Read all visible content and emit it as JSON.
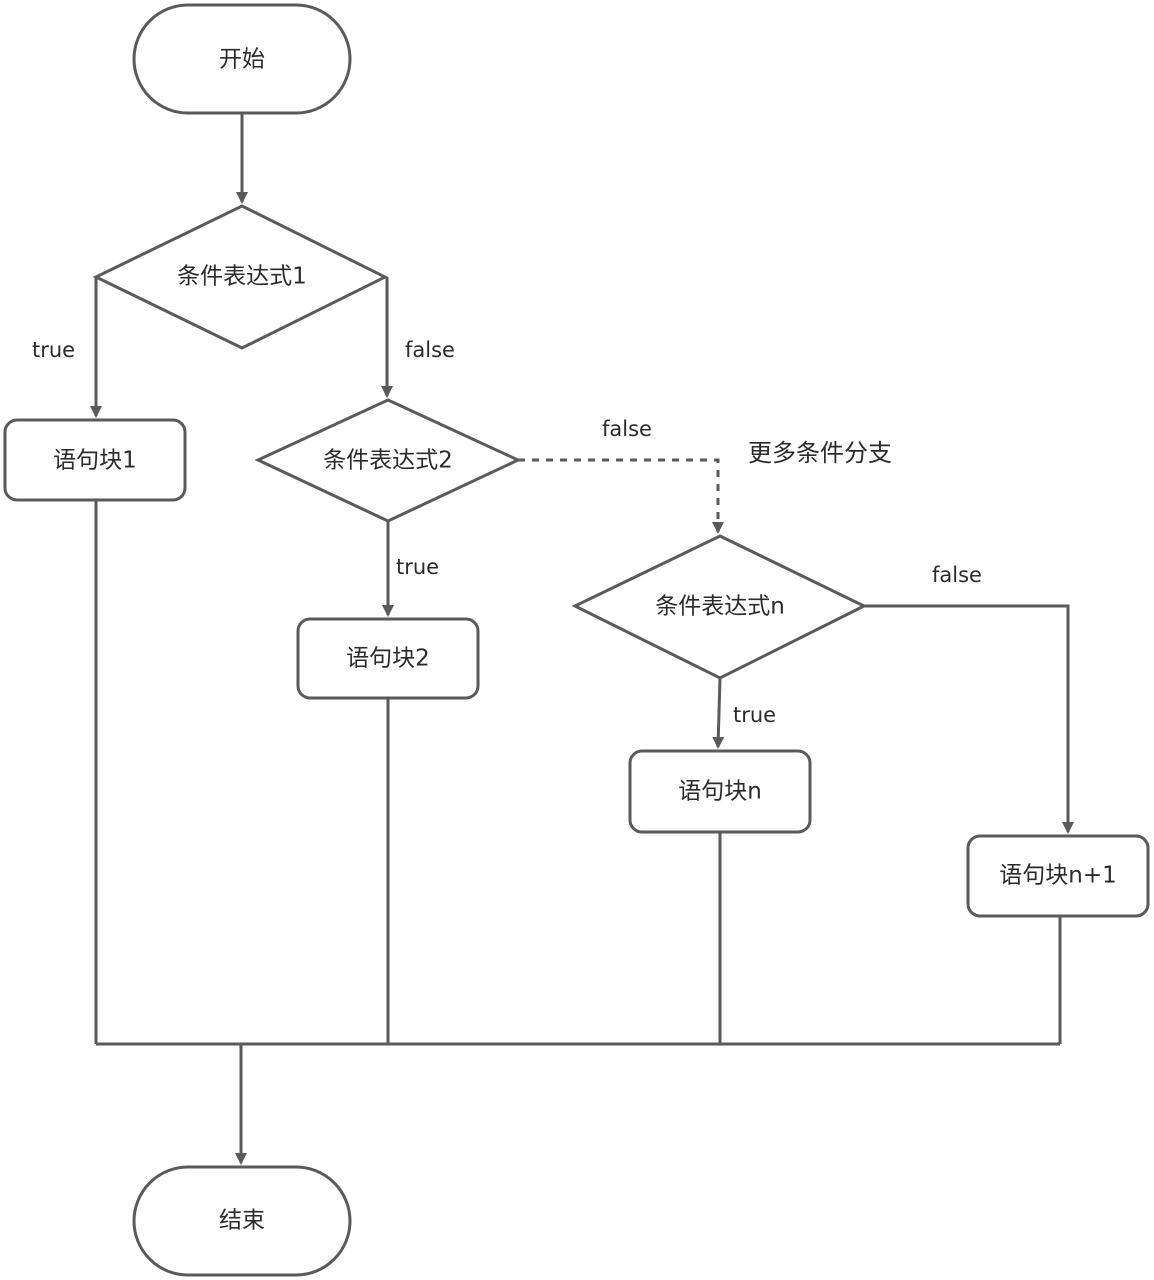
{
  "nodes": {
    "start": "开始",
    "cond1": "条件表达式1",
    "cond2": "条件表达式2",
    "condn": "条件表达式n",
    "block1": "语句块1",
    "block2": "语句块2",
    "blockn": "语句块n",
    "blockn1": "语句块n+1",
    "end": "结束"
  },
  "edges": {
    "cond1_true": "true",
    "cond1_false": "false",
    "cond2_true": "true",
    "cond2_false": "false",
    "condn_true": "true",
    "condn_false": "false"
  },
  "notes": {
    "more_branches": "更多条件分支"
  },
  "colors": {
    "line": "#5a5a5a",
    "background": "#ffffff"
  }
}
